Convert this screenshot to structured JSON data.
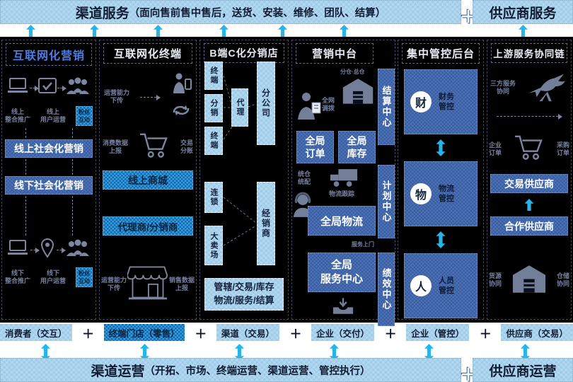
{
  "top_bar": {
    "channel_title": "渠道服务",
    "channel_sub": "（面向售前售中售后，送货、安装、维修、团队、结算）",
    "plus": "＋",
    "supplier_title": "供应商服务"
  },
  "columns": {
    "marketing": {
      "title": "互联网化营销",
      "online_labels": [
        "线上\n整合推广",
        "线上\n用户运营",
        "粉丝\n互动"
      ],
      "online_box": "线上社会化营销",
      "offline_box": "线下社会化营销",
      "offline_labels": [
        "线下\n整合推广",
        "线下\n用户运营",
        "粉丝\n互动"
      ]
    },
    "terminal": {
      "title": "互联网化终端",
      "top_label": "运营能力\n下传",
      "cart_left": "消费数据\n上报",
      "cart_right": "交易\n分账",
      "mall_box": "线上商城",
      "distributor_box": "代理商/分销商",
      "store_left": "运营能力\n下传",
      "store_right": "销售数据\n上报"
    },
    "distribution": {
      "title": "B端C化分销店",
      "nodes": {
        "terminal1": "终端",
        "distribution": "分销",
        "terminal2": "终端",
        "agent": "代理",
        "branch": "分公司",
        "chain": "连锁",
        "hypermarket": "大卖场",
        "dealer": "经销商"
      },
      "info_line1": "管辖/交易/库存",
      "info_line2": "物流/服务/结算"
    },
    "mid_platform": {
      "title": "营销中台",
      "settle_center": "结算中心",
      "plan_center": "计划中心",
      "perf_center": "绩效中心",
      "warehouse_label": "分仓·总仓",
      "dispatch_label": "全网\n调拨",
      "order_box": "全局\n订单",
      "inventory_box": "全局\n库存",
      "logistics_label": "统仓\n统配",
      "track_label": "物流跟踪",
      "logistics_box": "全局物流",
      "service_label": "服务上门",
      "service_box": "全局\n服务中心"
    },
    "control": {
      "title": "集中管控后台",
      "finance_circle": "财",
      "finance_label": "财务\n管控",
      "material_circle": "物",
      "material_label": "物流\n管控",
      "people_circle": "人",
      "people_label": "人员\n管控"
    },
    "upstream": {
      "title": "上游服务协同链",
      "top_label": "三方服务\n协同",
      "cart_left": "企业\n订单",
      "cart_right": "采购\n订单",
      "trade_box": "交易供应商",
      "partner_box": "合作供应商",
      "wh_left": "货源\n协同",
      "wh_right": "仓储\n协同"
    }
  },
  "badge_row": {
    "plus": "＋",
    "items": [
      {
        "label": "消费者（交互）"
      },
      {
        "label": "终端门店（零售）"
      },
      {
        "label": "渠道（交易）"
      },
      {
        "label": "企业（交付）"
      },
      {
        "label": "企业（管控）"
      },
      {
        "label": "供应商（交易）"
      }
    ]
  },
  "bottom_bar": {
    "channel_title": "渠道运营",
    "channel_sub": "（开拓、市场、终端运营、渠道运营、管控执行）",
    "plus": "＋",
    "supplier_title": "供应商运营"
  },
  "colors": {
    "background": "#000000",
    "light_blue_bar": "#aed7ef",
    "mid_blue_box": "#4a70b8",
    "bright_blue_box": "#2f9fe8",
    "cyan_arrow": "#27b4e6",
    "gray_label": "#7681a0",
    "title_blue": "#4d7ce2"
  }
}
